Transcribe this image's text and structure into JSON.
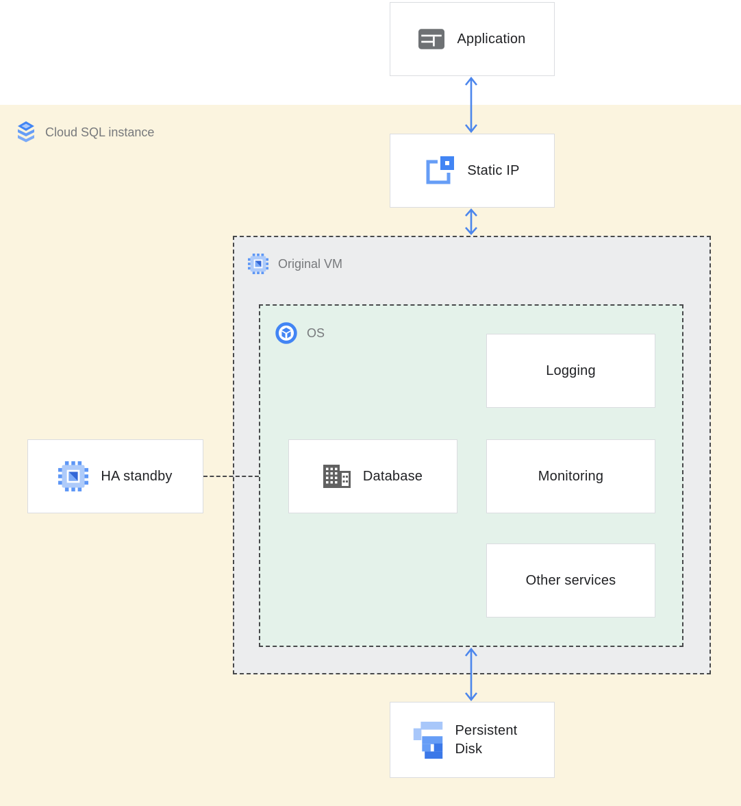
{
  "region": {
    "label": "Cloud SQL instance"
  },
  "groups": {
    "original_vm": {
      "label": "Original VM"
    },
    "os": {
      "label": "OS"
    }
  },
  "nodes": {
    "application": {
      "label": "Application"
    },
    "static_ip": {
      "label": "Static IP"
    },
    "logging": {
      "label": "Logging"
    },
    "database": {
      "label": "Database"
    },
    "monitoring": {
      "label": "Monitoring"
    },
    "other_services": {
      "label": "Other services"
    },
    "ha_standby": {
      "label": "HA standby"
    },
    "persistent_disk": {
      "label": "Persistent Disk"
    }
  },
  "edges": [
    {
      "from": "application",
      "to": "static_ip",
      "type": "double-arrow"
    },
    {
      "from": "static_ip",
      "to": "original_vm",
      "type": "double-arrow"
    },
    {
      "from": "os",
      "to": "persistent_disk",
      "type": "double-arrow"
    },
    {
      "from": "ha_standby",
      "to": "os",
      "type": "dashed-line"
    }
  ],
  "icons": {
    "region": "cloud-sql-stack-icon",
    "application": "app-window-icon",
    "static_ip": "external-ip-icon",
    "original_vm": "compute-chip-icon",
    "os": "os-cube-icon",
    "database": "database-building-icon",
    "ha_standby": "compute-chip-icon",
    "persistent_disk": "persistent-disk-icon"
  },
  "colors": {
    "region_bg": "#FBF4DF",
    "vm_group_bg": "#ECEDEE",
    "os_group_bg": "#E4F2EA",
    "node_border": "#DADCE0",
    "dashed_border": "#47484A",
    "arrow": "#4C86EC",
    "label_gray": "#77797C",
    "label_dark": "#202124",
    "icon_blue": "#4285F4",
    "icon_blue_mid": "#669DF6",
    "icon_blue_light": "#A8C7FA",
    "icon_gray": "#616161"
  }
}
